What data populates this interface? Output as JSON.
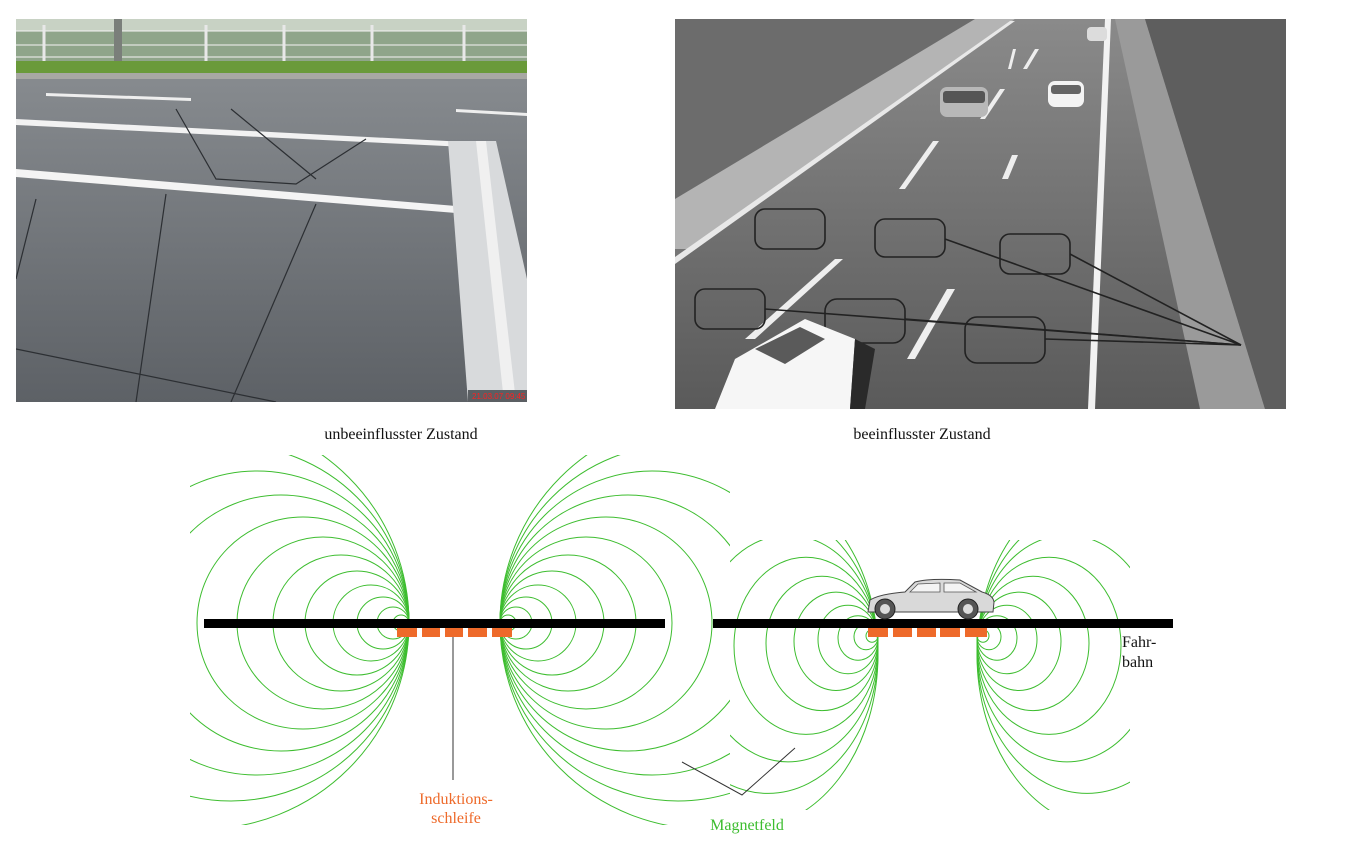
{
  "captions": {
    "left": "unbeeinflusster Zustand",
    "right": "beeinflusster Zustand"
  },
  "photos": {
    "left_timestamp": "21.03.07 09:45"
  },
  "diagram": {
    "loop_label_line1": "Induktions-",
    "loop_label_line2": "schleife",
    "road_label_line1": "Fahr-",
    "road_label_line2": "bahn",
    "field_label": "Magnetfeld"
  },
  "colors": {
    "field_lines": "#3dbd2f",
    "loop": "#ee6a2a",
    "road": "#000000",
    "loop_label": "#ee6a2a",
    "field_label": "#3dbd2f"
  }
}
